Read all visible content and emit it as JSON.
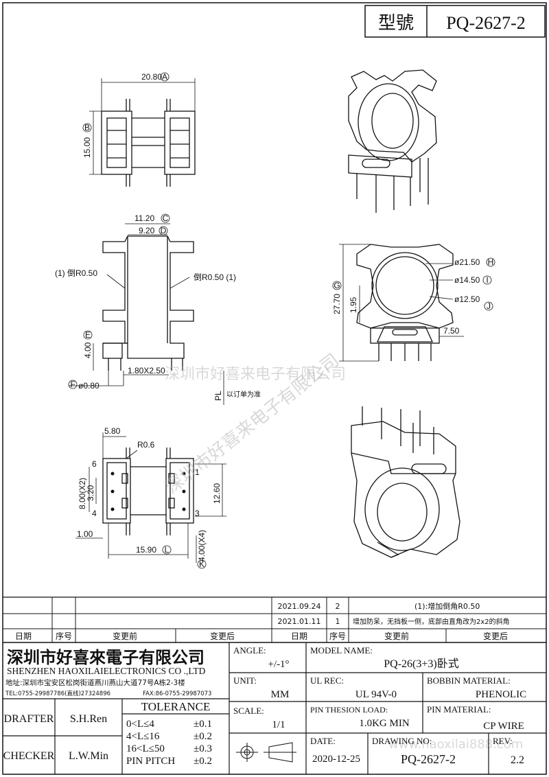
{
  "header": {
    "model_label": "型號",
    "model_value": "PQ-2627-2"
  },
  "dimensions": {
    "top_view": {
      "width_a": "20.80",
      "a_tag": "A",
      "height_b": "15.00",
      "b_tag": "B"
    },
    "side_view": {
      "c_value": "11.20",
      "c_tag": "C",
      "d_value": "9.20",
      "d_tag": "D",
      "chamfer_left": "(1) 倒R0.50",
      "chamfer_right": "倒R0.50 (1)",
      "e_value": "4.00",
      "e_tag": "E",
      "pin_size": "1.80X2.50",
      "f_value": "ø0.80",
      "f_tag": "F",
      "pl_label": "PL",
      "pl_note": "以订单为准"
    },
    "front_view": {
      "height_g": "27.70",
      "g_tag": "G",
      "h_value": "ø21.50",
      "h_tag": "H",
      "i_value": "ø14.50",
      "i_tag": "I",
      "j_value": "ø12.50",
      "j_tag": "J",
      "v195": "1.95",
      "v750": "7.50"
    },
    "bottom_view": {
      "v580": "5.80",
      "r06": "R0.6",
      "pitch": "8.00(X2)",
      "v320": "3.20",
      "v1260": "12.60",
      "v100": "1.00",
      "l_value": "15.90",
      "l_tag": "L",
      "k_value": "4.00(X4)",
      "k_tag": "K",
      "pin6": "6",
      "pin4": "4",
      "pin1": "1",
      "pin3": "3"
    }
  },
  "revisions": [
    {
      "date": "2021.09.24",
      "no": "2",
      "after": "(1):增加倒角R0.50"
    },
    {
      "date": "2021.01.11",
      "no": "1",
      "after": "增加防呆，无挡板一侧，底部由直角改为2x2的斜角"
    }
  ],
  "rev_headers": {
    "date": "日期",
    "no": "序号",
    "before": "变更前",
    "after": "变更后"
  },
  "company": {
    "name_cn": "深圳市好喜來電子有限公司",
    "name_en": "SHENZHEN HAOXILAIELECTRONICS CO .,LTD",
    "address": "地址:深圳市宝安区松岗街道燕川燕山大道77号A栋2-3楼",
    "tel": "TEL:0755-29987786(直线)27324896",
    "fax": "FAX:86-0755-29987073"
  },
  "title_block": {
    "angle_label": "ANGLE:",
    "angle_value": "+/-1°",
    "model_name_label": "MODEL NAME:",
    "model_name_value": "PQ-26(3+3)卧式",
    "unit_label": "UNIT:",
    "unit_value": "MM",
    "ul_label": "UL REC:",
    "ul_value": "UL 94V-0",
    "bobbin_label": "BOBBIN MATERIAL:",
    "bobbin_value": "PHENOLIC",
    "scale_label": "SCALE:",
    "scale_value": "1/1",
    "pin_load_label": "PIN THESION LOAD:",
    "pin_load_value": "1.0KG MIN",
    "pin_mat_label": "PIN MATERIAL:",
    "pin_mat_value": "CP  WIRE",
    "date_label": "DATE:",
    "date_value": "2020-12-25",
    "drawing_label": "DRAWING NO:",
    "drawing_value": "PQ-2627-2",
    "rev_label": "REV:",
    "rev_value": "2.2",
    "drafter_label": "DRAFTER",
    "drafter_value": "S.H.Ren",
    "checker_label": "CHECKER",
    "checker_value": "L.W.Min",
    "tolerance_title": "TOLERANCE",
    "tol": [
      {
        "range": "0<L≤4",
        "value": "±0.1"
      },
      {
        "range": "4<L≤16",
        "value": "±0.2"
      },
      {
        "range": "16<L≤50",
        "value": "±0.3"
      },
      {
        "range": "PIN PITCH",
        "value": "±0.2"
      }
    ]
  },
  "watermark": {
    "text1": "深圳市好喜来电子有限公司",
    "text2": "www.haoxilai888.com"
  }
}
